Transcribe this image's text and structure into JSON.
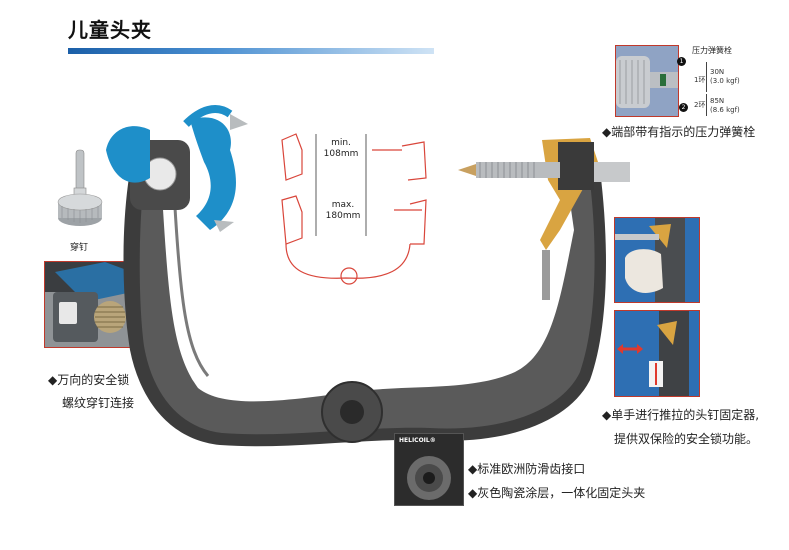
{
  "page": {
    "title": "儿童头夹"
  },
  "pin_label": "穿钉",
  "drawing": {
    "min_label": "min.",
    "min_value": "108mm",
    "max_label": "max.",
    "max_value": "180mm"
  },
  "spring_inset": {
    "title": "压力弹簧栓",
    "ring1_label": "1环",
    "ring1_force": "30N",
    "ring1_kgf": "(3.0 kgf)",
    "ring2_label": "2环",
    "ring2_force": "85N",
    "ring2_kgf": "(8.6 kgf)",
    "marker1": "1",
    "marker2": "2"
  },
  "captions": {
    "spring": "◆端部带有指示的压力弹簧栓",
    "lock_line1": "◆万向的安全锁",
    "lock_line2": "螺纹穿钉连接",
    "push_line1": "◆单手进行推拉的头钉固定器,",
    "push_line2": "提供双保险的安全锁功能。",
    "base_line1": "◆标准欧洲防滑齿接口",
    "base_line2": "◆灰色陶瓷涂层，一体化固定头夹"
  },
  "helicoil_label": "HELICOIL®",
  "colors": {
    "accent_blue": "#1b5fa8",
    "clamp_blue": "#1e8fc9",
    "frame_grey": "#4a4a4a",
    "gold": "#d9a441",
    "drawing_red": "#d9463b"
  }
}
